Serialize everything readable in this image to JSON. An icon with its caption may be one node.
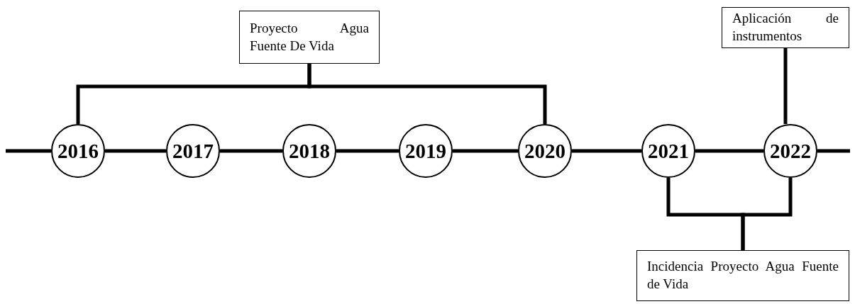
{
  "diagram": {
    "nodes": [
      {
        "text": [
          "2016"
        ]
      },
      {
        "text": [
          "2017"
        ]
      },
      {
        "text": [
          "2018"
        ]
      },
      {
        "text": [
          "2019"
        ]
      },
      {
        "text": [
          "2020"
        ]
      },
      {
        "text": [
          "2021"
        ]
      },
      {
        "text": [
          "2022"
        ]
      },
      {
        "text": [
          "Proyecto Agua Fuente De Vida"
        ]
      },
      {
        "text": [
          "Aplicación de instrumentos"
        ]
      },
      {
        "text": [
          "Incidencia Proyecto Agua Fuente de Vida"
        ]
      }
    ],
    "edges": [
      {
        "from": null,
        "to": 0,
        "arrow": "none"
      },
      {
        "from": 0,
        "to": 1,
        "arrow": "none"
      },
      {
        "from": 1,
        "to": 2,
        "arrow": "none"
      },
      {
        "from": 2,
        "to": 3,
        "arrow": "none"
      },
      {
        "from": 3,
        "to": 4,
        "arrow": "none"
      },
      {
        "from": 4,
        "to": 5,
        "arrow": "none"
      },
      {
        "from": 5,
        "to": 6,
        "arrow": "none"
      },
      {
        "from": 6,
        "to": null,
        "arrow": "none"
      },
      {
        "from": 7,
        "to": 0,
        "arrow": "none"
      },
      {
        "from": 7,
        "to": 4,
        "arrow": "none"
      },
      {
        "from": 8,
        "to": 6,
        "arrow": "none"
      },
      {
        "from": 9,
        "to": 5,
        "arrow": "none"
      },
      {
        "from": 9,
        "to": 6,
        "arrow": "none"
      }
    ]
  }
}
